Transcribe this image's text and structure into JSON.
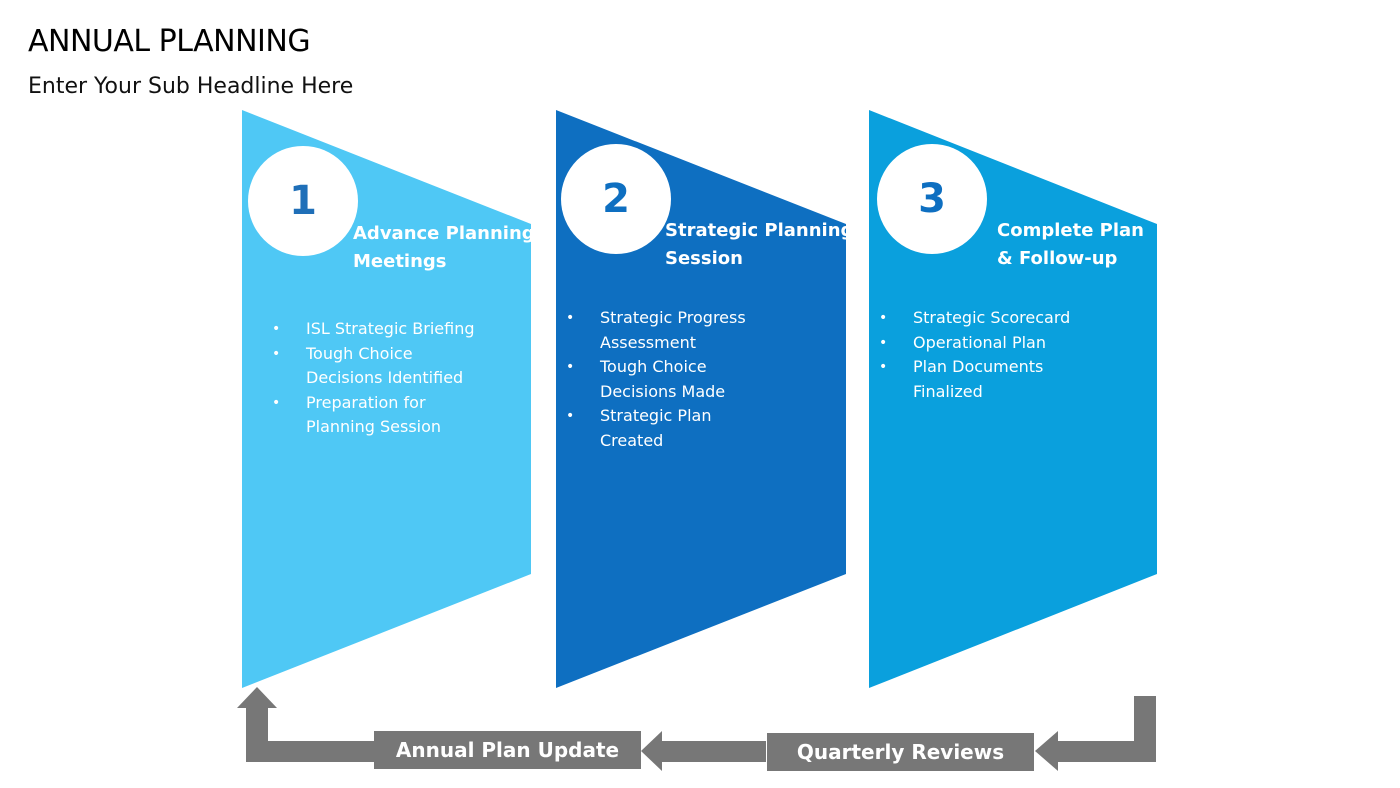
{
  "header": {
    "title": "ANNUAL PLANNING",
    "subtitle": "Enter Your Sub Headline Here"
  },
  "steps": [
    {
      "number": "1",
      "title_line1": "Advance Planning",
      "title_line2": "Meetings",
      "color": "#4FC8F5",
      "number_color": "#1F6FB8",
      "bullets": [
        {
          "line1": "ISL Strategic Briefing",
          "line2": ""
        },
        {
          "line1": "Tough Choice",
          "line2": "Decisions Identified"
        },
        {
          "line1": "Preparation for",
          "line2": "Planning Session"
        }
      ]
    },
    {
      "number": "2",
      "title_line1": "Strategic Planning",
      "title_line2": "Session",
      "color": "#0E6FC1",
      "number_color": "#0E6FC1",
      "bullets": [
        {
          "line1": "Strategic Progress",
          "line2": "Assessment"
        },
        {
          "line1": "Tough Choice",
          "line2": "Decisions Made"
        },
        {
          "line1": "Strategic Plan",
          "line2": "Created"
        }
      ]
    },
    {
      "number": "3",
      "title_line1": "Complete Plan",
      "title_line2": "& Follow-up",
      "color": "#0AA0DD",
      "number_color": "#0E6FC1",
      "bullets": [
        {
          "line1": "Strategic Scorecard",
          "line2": ""
        },
        {
          "line1": "Operational Plan",
          "line2": ""
        },
        {
          "line1": "Plan Documents",
          "line2": "Finalized"
        }
      ]
    }
  ],
  "feedback": {
    "annual_label": "Annual Plan Update",
    "quarterly_label": "Quarterly Reviews",
    "arrow_color": "#777777"
  }
}
